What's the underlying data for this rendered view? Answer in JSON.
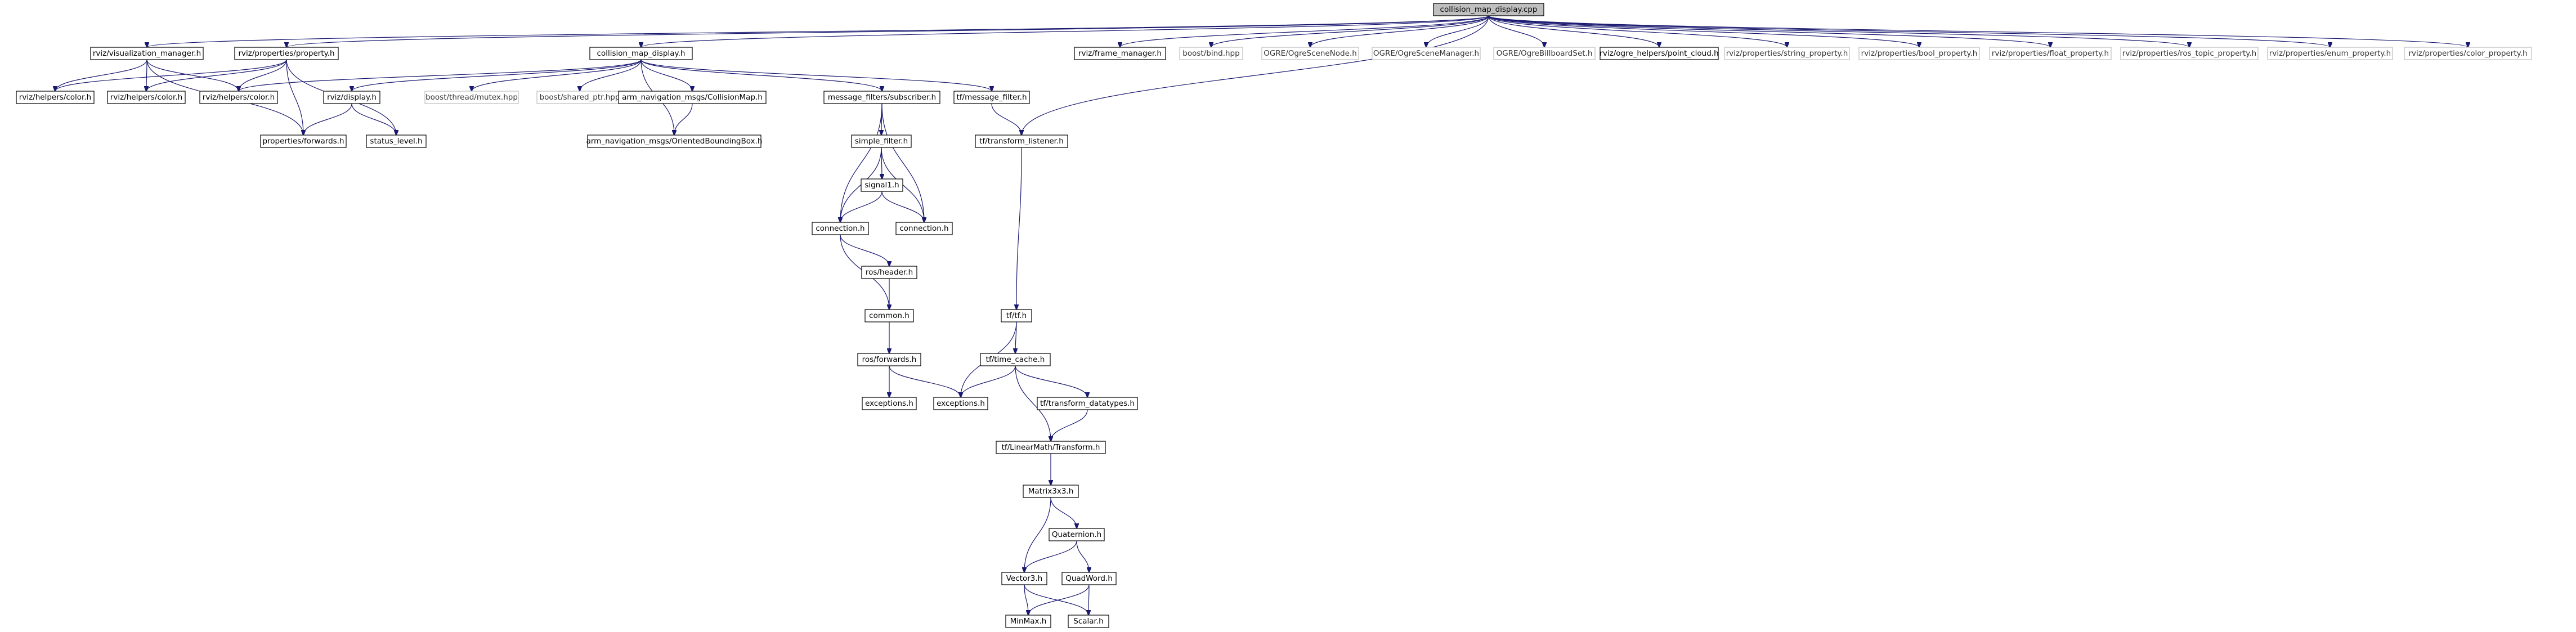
{
  "nodes": {
    "root": "collision_map_display.cpp",
    "vis_manager": "rviz/visualization_manager.h",
    "prop": "rviz/properties/property.h",
    "cmd_h": "collision_map_display.h",
    "frame_manager": "rviz/frame_manager.h",
    "boost_bind": "boost/bind.hpp",
    "ogre_scenenode": "OGRE/OgreSceneNode.h",
    "ogre_scenemgr": "OGRE/OgreSceneManager.h",
    "ogre_billboard": "OGRE/OgreBillboardSet.h",
    "pointcloud": "rviz/ogre_helpers/point_cloud.h",
    "string_prop": "rviz/properties/string_property.h",
    "bool_prop": "rviz/properties/bool_property.h",
    "float_prop": "rviz/properties/float_property.h",
    "ros_topic_prop": "rviz/properties/ros_topic_property.h",
    "enum_prop": "rviz/properties/enum_property.h",
    "color_prop": "rviz/properties/color_property.h",
    "color1": "rviz/helpers/color.h",
    "color2": "rviz/helpers/color.h",
    "color3": "rviz/helpers/color.h",
    "display": "rviz/display.h",
    "forwards": "properties/forwards.h",
    "status": "status_level.h",
    "mutex": "boost/thread/mutex.hpp",
    "shared_ptr": "boost/shared_ptr.hpp",
    "collisionmap": "arm_navigation_msgs/CollisionMap.h",
    "obb": "arm_navigation_msgs/OrientedBoundingBox.h",
    "subscriber": "message_filters/subscriber.h",
    "tf_mf": "tf/message_filter.h",
    "transform_listener": "tf/transform_listener.h",
    "simple_filter": "simple_filter.h",
    "signal1": "signal1.h",
    "connection1": "connection.h",
    "connection2": "connection.h",
    "ros_header": "ros/header.h",
    "common": "common.h",
    "ros_forwards": "ros/forwards.h",
    "exceptions1": "exceptions.h",
    "exceptions2": "exceptions.h",
    "tf_tf": "tf/tf.h",
    "time_cache": "tf/time_cache.h",
    "transform_datatypes": "tf/transform_datatypes.h",
    "linearmath_transform": "tf/LinearMath/Transform.h",
    "matrix3x3": "Matrix3x3.h",
    "quaternion": "Quaternion.h",
    "vector3": "Vector3.h",
    "quadword": "QuadWord.h",
    "minmax": "MinMax.h",
    "scalar": "Scalar.h"
  }
}
